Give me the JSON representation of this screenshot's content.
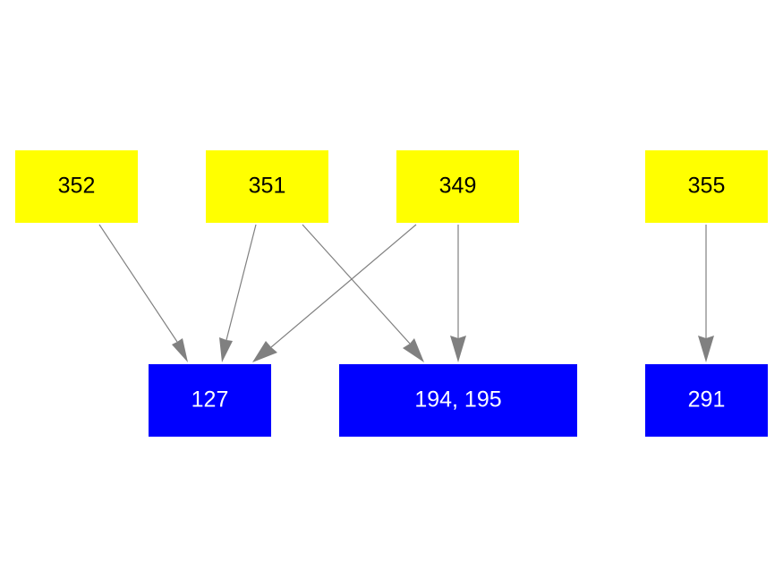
{
  "diagram": {
    "nodes": [
      {
        "id": "n352",
        "label": "352",
        "kind": "source"
      },
      {
        "id": "n351",
        "label": "351",
        "kind": "source"
      },
      {
        "id": "n349",
        "label": "349",
        "kind": "source"
      },
      {
        "id": "n355",
        "label": "355",
        "kind": "source"
      },
      {
        "id": "n127",
        "label": "127",
        "kind": "target"
      },
      {
        "id": "n194_195",
        "label": "194, 195",
        "kind": "target"
      },
      {
        "id": "n291",
        "label": "291",
        "kind": "target"
      }
    ],
    "edges": [
      {
        "from": "n352",
        "to": "n127"
      },
      {
        "from": "n351",
        "to": "n127"
      },
      {
        "from": "n351",
        "to": "n194_195"
      },
      {
        "from": "n349",
        "to": "n127"
      },
      {
        "from": "n349",
        "to": "n194_195"
      },
      {
        "from": "n355",
        "to": "n291"
      }
    ],
    "colors": {
      "source_fill": "#ffff00",
      "source_text": "#000000",
      "target_fill": "#0000ff",
      "target_text": "#ffffff",
      "edge": "#808080"
    }
  }
}
